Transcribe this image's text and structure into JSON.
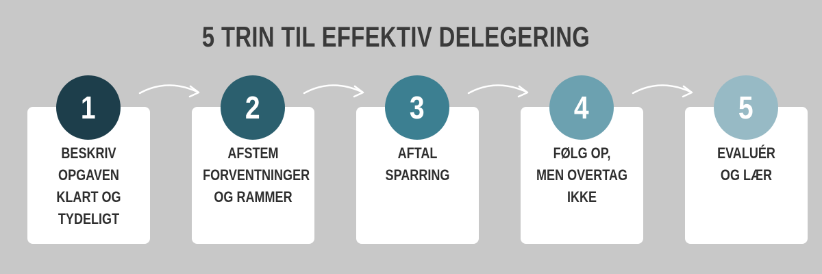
{
  "title": "5 TRIN TIL EFFEKTIV DELEGERING",
  "colors": {
    "background": "#c8c8c8",
    "card": "#ffffff",
    "title_text": "#3a3a3a",
    "step_text": "#2e2e2e",
    "arrow": "#ffffff"
  },
  "steps": [
    {
      "number": "1",
      "text": "BESKRIV\nOPGAVEN\nKLART OG\nTYDELIGT",
      "color": "#1d3e4b"
    },
    {
      "number": "2",
      "text": "AFSTEM\nFORVENTNINGER\nOG RAMMER",
      "color": "#2b5f6e"
    },
    {
      "number": "3",
      "text": "AFTAL\nSPARRING",
      "color": "#3c7f91"
    },
    {
      "number": "4",
      "text": "FØLG OP,\nMEN OVERTAG\nIKKE",
      "color": "#6ca1b0"
    },
    {
      "number": "5",
      "text": "EVALUÉR\nOG LÆR",
      "color": "#97bac5"
    }
  ]
}
